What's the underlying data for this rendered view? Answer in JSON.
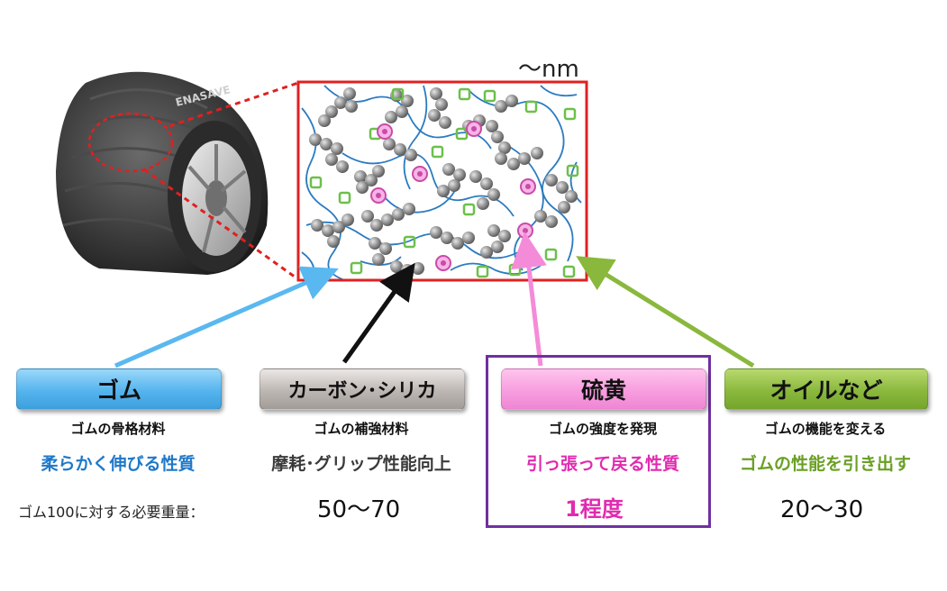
{
  "scale_label": "～nm",
  "amount_label": "ゴム100に対する必要重量：",
  "components": [
    {
      "name": "ゴム",
      "role": "ゴムの骨格材料",
      "property": "柔らかく伸びる性質",
      "amount": ""
    },
    {
      "name": "カーボン･シリカ",
      "role": "ゴムの補強材料",
      "property": "摩耗･グリップ性能向上",
      "amount": "50～70"
    },
    {
      "name": "硫黄",
      "role": "ゴムの強度を発現",
      "property": "引っ張って戻る性質",
      "amount": "1程度"
    },
    {
      "name": "オイルなど",
      "role": "ゴムの機能を変える",
      "property": "ゴムの性能を引き出す",
      "amount": "20～30"
    }
  ],
  "tire_sidewall_text": "ENASAVE",
  "colors": {
    "rubber": "#55b4ee",
    "carbon": "#9a9694",
    "sulfur": "#f48bd8",
    "oil": "#8ab83d",
    "frame_red": "#e02020",
    "highlight_purple": "#7030a0",
    "rubber_text": "#1f78c9",
    "sulfur_text": "#e02bb0",
    "oil_text": "#6aa024"
  }
}
